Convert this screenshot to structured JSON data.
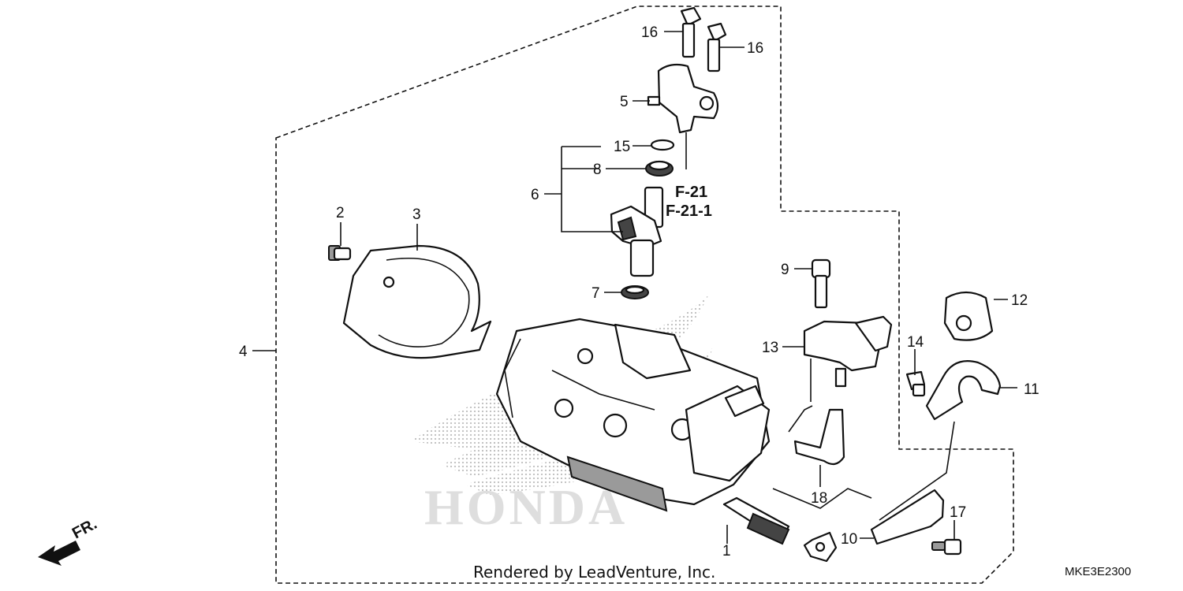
{
  "callouts": {
    "c1": "1",
    "c2": "2",
    "c3": "3",
    "c4": "4",
    "c5": "5",
    "c6": "6",
    "c7": "7",
    "c8": "8",
    "c9": "9",
    "c10": "10",
    "c11": "11",
    "c12": "12",
    "c13": "13",
    "c14": "14",
    "c15": "15",
    "c16a": "16",
    "c16b": "16",
    "c17": "17",
    "c18": "18"
  },
  "references": {
    "r1": "F-21",
    "r2": "F-21-1"
  },
  "watermark": "HONDA",
  "direction_label": "FR.",
  "credit": "Rendered by LeadVenture, Inc.",
  "diagram_code": "MKE3E2300"
}
